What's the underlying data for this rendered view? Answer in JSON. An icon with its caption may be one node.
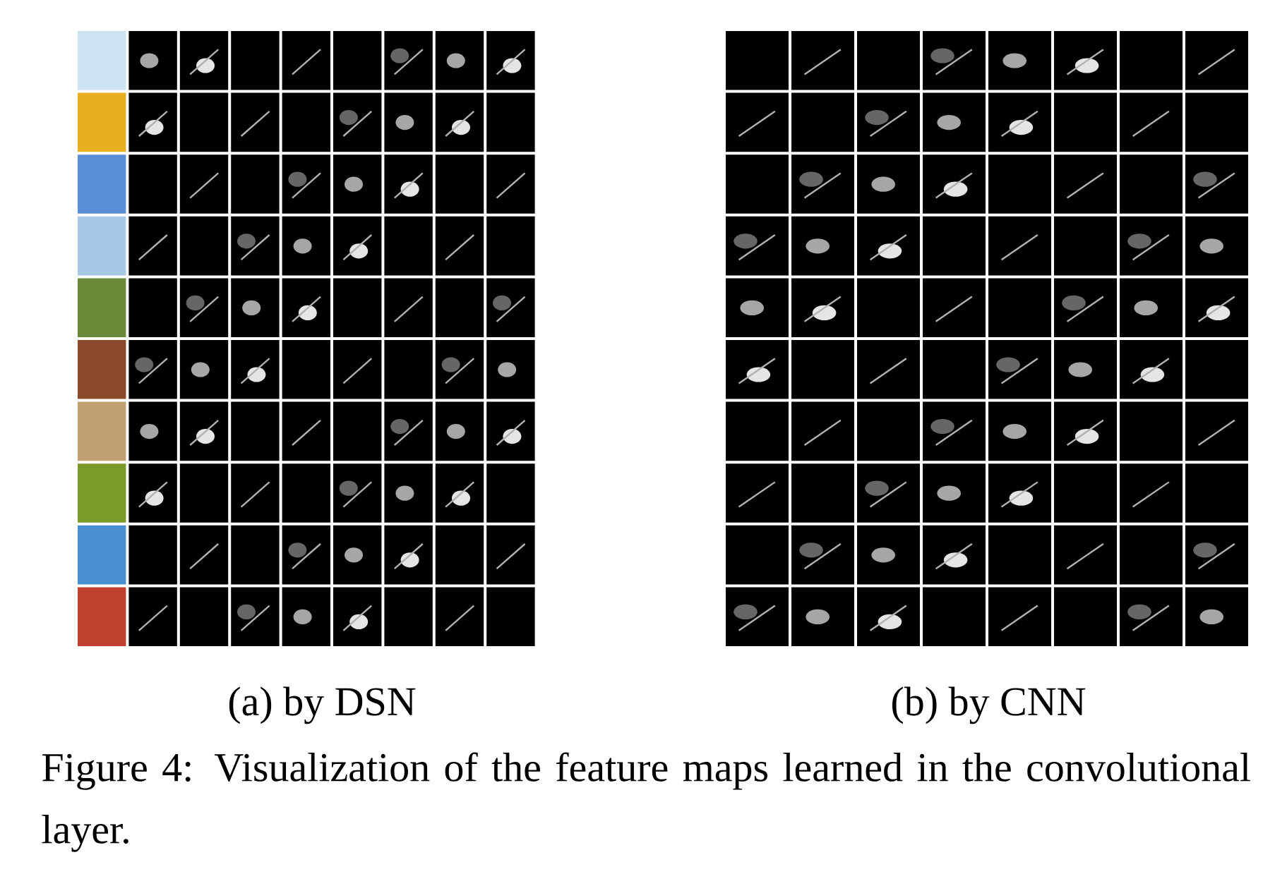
{
  "diagram": {
    "caption": "Figure 4: Visualization of the feature maps learned in the convolutional layer.",
    "labels": [
      "(a) by DSN",
      "(b) by CNN"
    ]
  }
}
